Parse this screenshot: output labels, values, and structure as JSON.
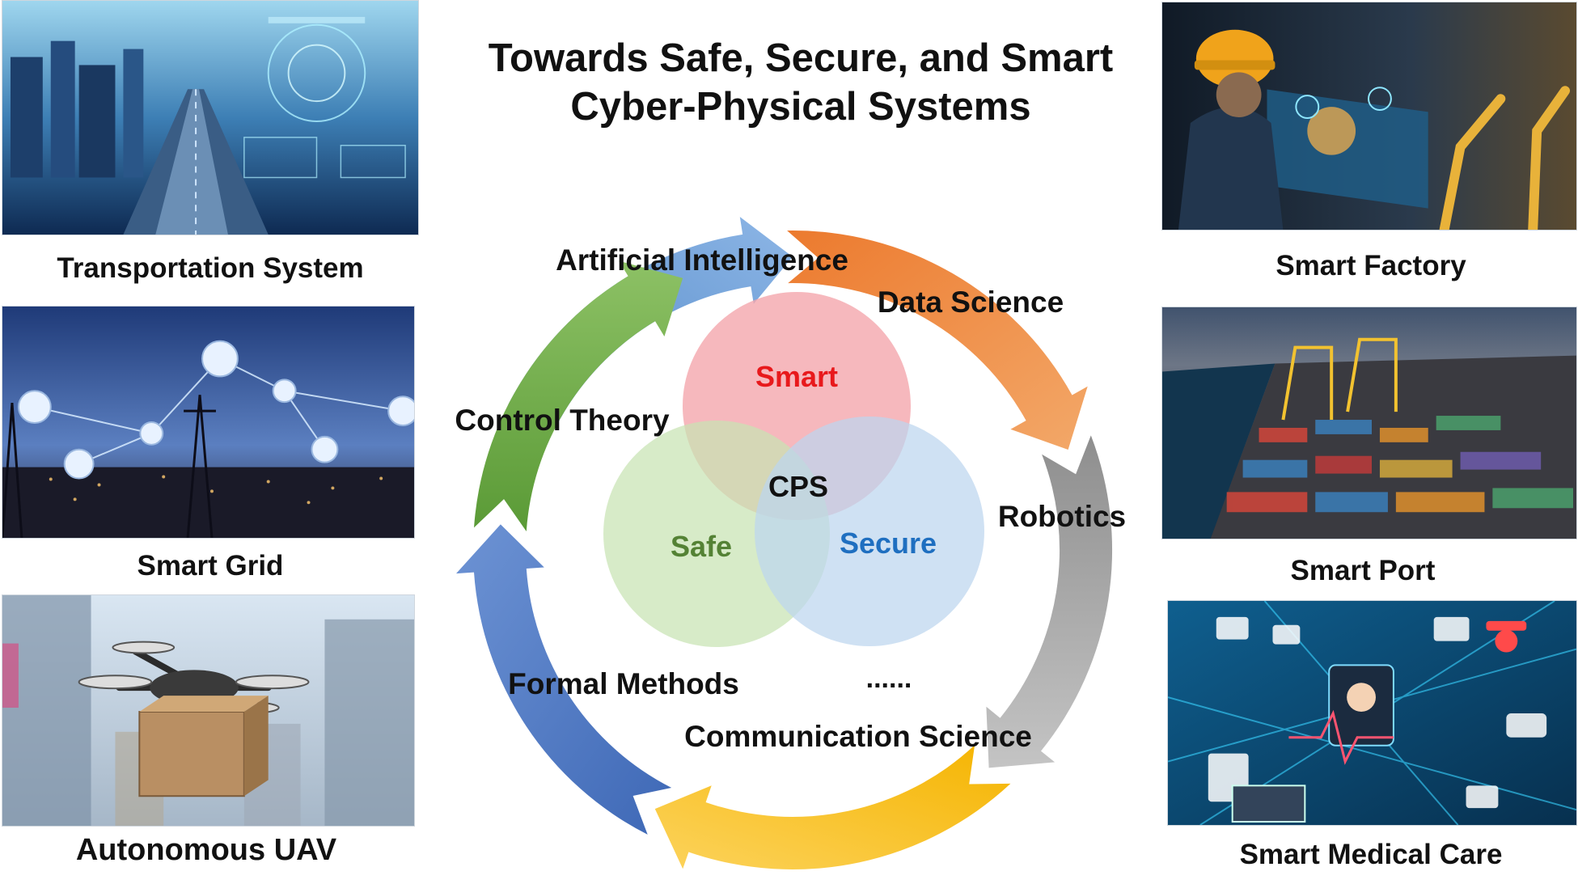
{
  "title_line1": "Towards Safe, Secure, and Smart",
  "title_line2": "Cyber-Physical Systems",
  "left_panels": [
    {
      "caption": "Transportation System"
    },
    {
      "caption": "Smart Grid"
    },
    {
      "caption": "Autonomous UAV"
    }
  ],
  "right_panels": [
    {
      "caption": "Smart Factory"
    },
    {
      "caption": "Smart Port"
    },
    {
      "caption": "Smart Medical Care"
    }
  ],
  "cycle_labels": {
    "ai": "Artificial Intelligence",
    "data": "Data Science",
    "control": "Control Theory",
    "robotics": "Robotics",
    "formal": "Formal Methods",
    "ellipsis": "......",
    "comm": "Communication Science"
  },
  "venn": {
    "smart": "Smart",
    "safe": "Safe",
    "secure": "Secure",
    "center": "CPS"
  },
  "colors": {
    "blue_arrow": "#6a9fd8",
    "orange_arrow": "#ee8f4a",
    "gray_arrow": "#a9a9a9",
    "yellow_arrow": "#f6be1f",
    "navy_arrow": "#4f78c0",
    "green_arrow": "#6fad47",
    "smart_text": "#e8191c",
    "safe_text": "#548235",
    "secure_text": "#1f6fc0"
  }
}
